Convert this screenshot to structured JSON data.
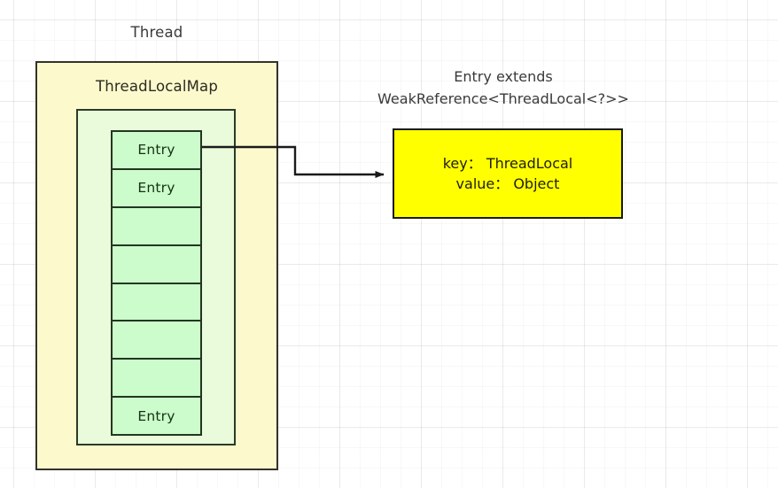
{
  "diagram": {
    "title": "ThreadLocal / ThreadLocalMap structure",
    "colors": {
      "thread_fill": "#fcf9cd",
      "threadlocalmap_fill": "#e9fbdb",
      "entry_cell_fill": "#ccfbcc",
      "entry_box_fill": "#ffff00",
      "border": "#33332b",
      "connector": "#1a1a1a",
      "background": "#ffffff"
    },
    "thread": {
      "label": "Thread"
    },
    "threadlocalmap": {
      "label": "ThreadLocalMap",
      "cells": [
        {
          "label": "Entry"
        },
        {
          "label": "Entry"
        },
        {
          "label": ""
        },
        {
          "label": ""
        },
        {
          "label": ""
        },
        {
          "label": ""
        },
        {
          "label": ""
        },
        {
          "label": "Entry"
        }
      ]
    },
    "entry_detail": {
      "caption_line1": "Entry extends",
      "caption_line2": "WeakReference<ThreadLocal<?>>",
      "key_line": "key： ThreadLocal",
      "value_line": "value： Object"
    },
    "connector": {
      "label": "entry-to-detail-arrow",
      "from": "first Entry cell",
      "to": "Entry detail box"
    }
  }
}
